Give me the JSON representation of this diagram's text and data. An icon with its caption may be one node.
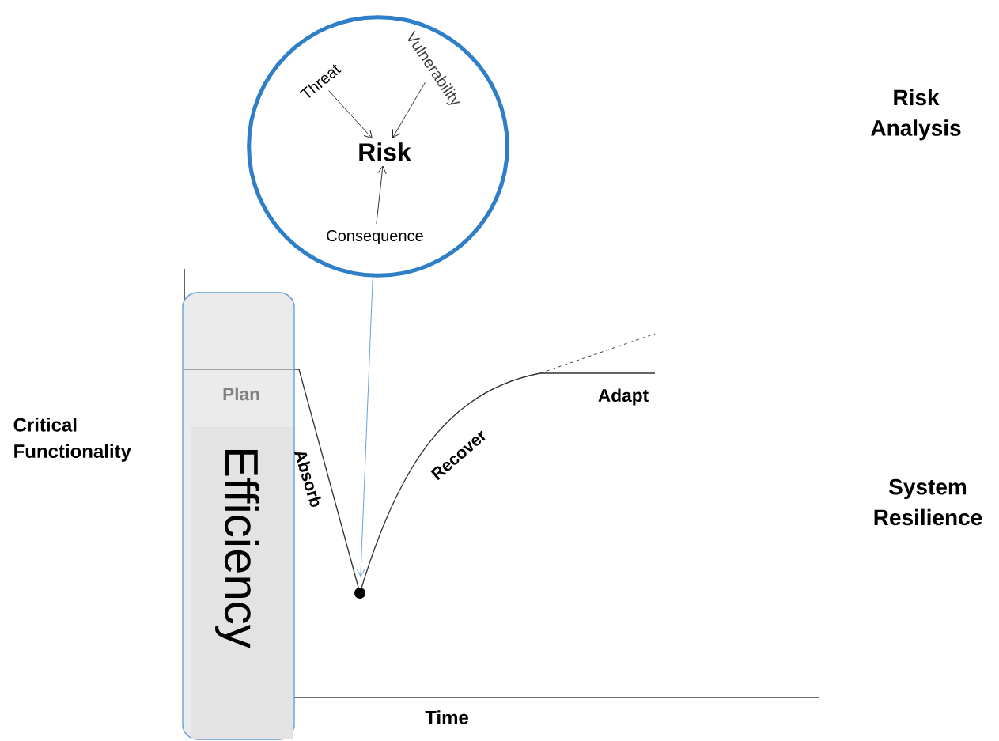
{
  "diagram": {
    "nodes": [
      {
        "text": [],
        "shape": "circle"
      },
      {
        "text": [
          "Threat"
        ],
        "in": 0
      },
      {
        "text": [
          "Vulnerability"
        ],
        "in": 0
      },
      {
        "text": [
          "Risk"
        ],
        "in": 0
      },
      {
        "text": [
          "Consequence"
        ],
        "in": 0
      },
      {
        "text": [
          "Plan",
          "Efficiency"
        ]
      },
      {
        "text": [],
        "shape": "circle"
      }
    ],
    "edges": [
      {
        "from": 1,
        "to": 3,
        "arrow": "to"
      },
      {
        "from": 2,
        "to": 3,
        "arrow": "to"
      },
      {
        "from": 4,
        "to": 3,
        "arrow": "to"
      },
      {
        "from": 0,
        "to": 6,
        "arrow": "to",
        "color": "#3d8bd6"
      }
    ],
    "labels": [
      "Risk Analysis",
      "Critical Functionality",
      "Adapt",
      "Absorb",
      "Recover",
      "System Resilience",
      "Time"
    ]
  }
}
